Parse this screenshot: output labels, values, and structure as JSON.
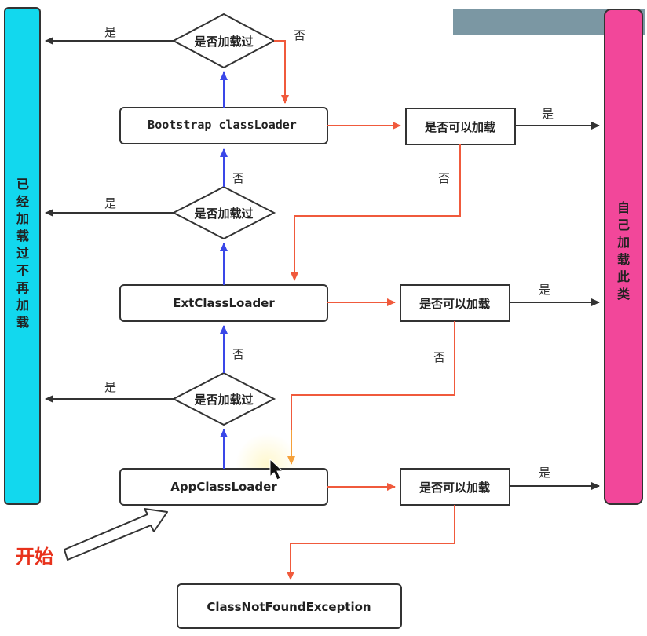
{
  "left_bar": {
    "label": "已经加载过不再加载",
    "color": "#12d8ee"
  },
  "right_bar": {
    "label": "自己加载此类",
    "color": "#f2479a"
  },
  "loaders": {
    "bootstrap": "Bootstrap classLoader",
    "ext": "ExtClassLoader",
    "app": "AppClassLoader",
    "exception": "ClassNotFoundException"
  },
  "diamond_label": "是否加载过",
  "check_label": "是否可以加载",
  "yes": "是",
  "no": "否",
  "start_label": "开始",
  "colors": {
    "red": "#f05a3c",
    "blue": "#3a47e8",
    "orange": "#f5a03a",
    "dark": "#333333",
    "header": "#7b97a3"
  }
}
